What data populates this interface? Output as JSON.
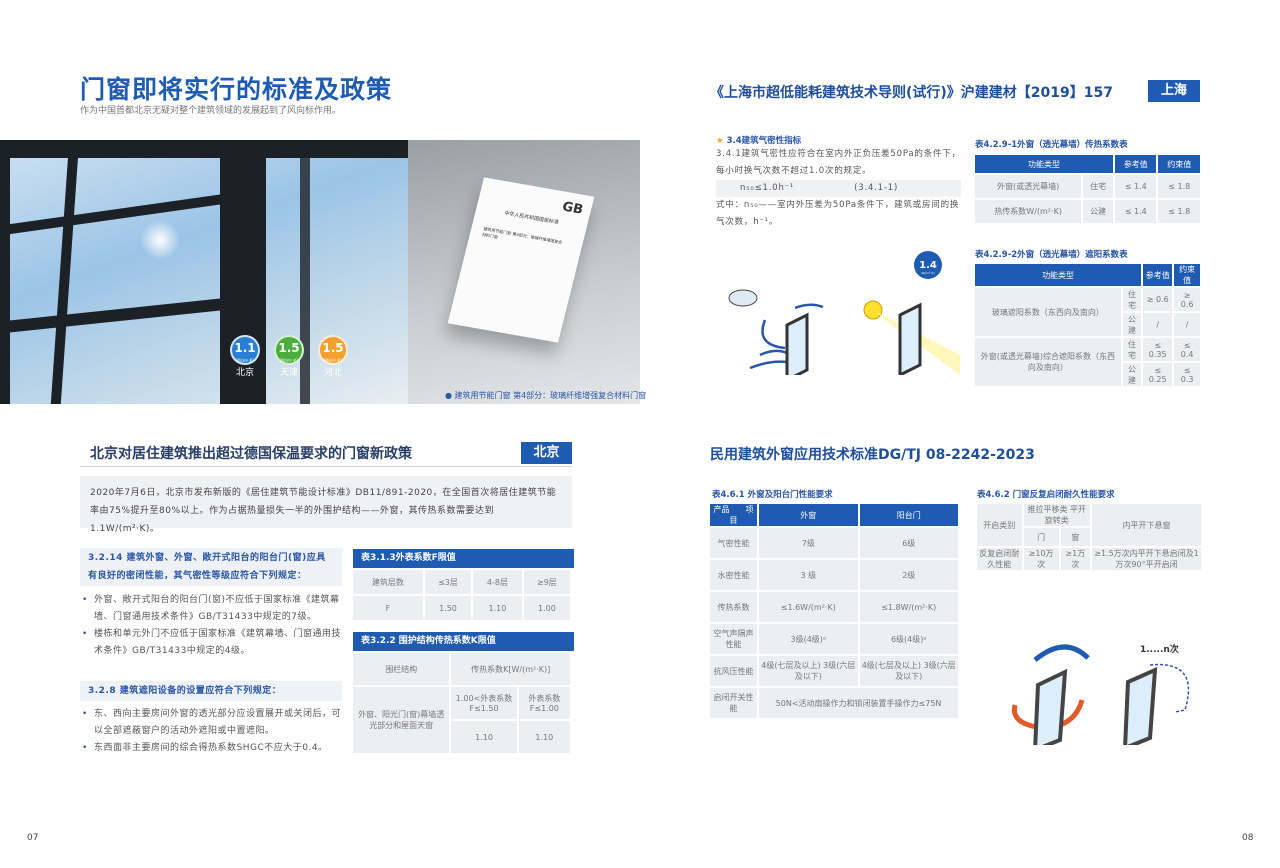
{
  "left_page": {
    "title": "门窗即将实行的标准及政策",
    "subtitle": "作为中国首都北京无疑对整个建筑领域的发展起到了风向标作用。",
    "photo_badges": [
      {
        "value": "1.1",
        "unit": "W/(m²·K)",
        "label": "北京",
        "color": "#2a7fd4"
      },
      {
        "value": "1.5",
        "unit": "W/(m²·K)",
        "label": "天津",
        "color": "#4aae3c"
      },
      {
        "value": "1.5",
        "unit": "W/(m²·K)",
        "label": "河北",
        "color": "#f2a030"
      }
    ],
    "doc_cover": {
      "logo": "GB",
      "org": "中华人民共和国国家标准",
      "doc_title": "建筑用节能门窗 第4部分：玻璃纤维增强复合材料门窗"
    },
    "photo_caption": "建筑用节能门窗 第4部分：玻璃纤维增强复合材料门窗",
    "section_title": "北京对居住建筑推出超过德国保温要求的门窗新政策",
    "section_badge": "北京",
    "intro": "2020年7月6日，北京市发布新版的《居住建筑节能设计标准》DB11/891-2020，在全国首次将居住建筑节能率由75%提升至80%以上。作为占据热量损失一半的外围护结构——外窗，其传热系数需要达到1.1W/(m²·K)。",
    "clause_3214": {
      "heading": "3.2.14 建筑外窗、外窗、敞开式阳台的阳台门(窗)应具有良好的密闭性能，其气密性等级应符合下列规定：",
      "bullets": [
        "外窗、敞开式阳台的阳台门(窗)不应低于国家标准《建筑幕墙、门窗通用技术条件》GB/T31433中规定的7级。",
        "楼栋和单元外门不应低于国家标准《建筑幕墙、门窗通用技术条件》GB/T31433中规定的4级。"
      ]
    },
    "clause_328": {
      "heading": "3.2.8 建筑遮阳设备的设置应符合下列规定：",
      "bullets": [
        "东、西向主要房间外窗的透光部分应设置展开或关闭后，可以全部遮蔽窗户的活动外遮阳或中置遮阳。",
        "东西面非主要房间的综合得热系数SHGC不应大于0.4。"
      ]
    },
    "table_313": {
      "caption": "表3.1.3外表系数F限值",
      "rows": [
        [
          {
            "t": "建筑层数"
          },
          {
            "t": "≤3层"
          },
          {
            "t": "4-8层"
          },
          {
            "t": "≥9层"
          }
        ],
        [
          {
            "t": "F"
          },
          {
            "t": "1.50"
          },
          {
            "t": "1.10"
          },
          {
            "t": "1.00"
          }
        ]
      ]
    },
    "table_322": {
      "caption": "表3.2.2 围护结构传热系数K限值",
      "rows": [
        [
          {
            "t": "围栏结构"
          },
          {
            "t": "传热系数K[W/(m²·K)]",
            "cs": 2
          }
        ],
        [
          {
            "t": "外窗、阳光门(窗)幕墙透光部分和屋面天窗",
            "rs": 2
          },
          {
            "t": "1.00<外表系数F≤1.50"
          },
          {
            "t": "外表系数F≤1.00"
          }
        ],
        [
          {
            "t": "1.10"
          },
          {
            "t": "1.10"
          }
        ]
      ]
    },
    "page_number": "07"
  },
  "right_page": {
    "title": "《上海市超低能耗建筑技术导则(试行)》沪建建材【2019】157",
    "badge": "上海",
    "airtight": {
      "heading": "3.4建筑气密性指标",
      "text": "3.4.1建筑气密性应符合在室内外正负压差50Pa的条件下，每小时换气次数不超过1.0次的规定。",
      "formula": "n₅₀≤1.0h⁻¹",
      "formula_no": "(3.4.1-1)",
      "note": "式中：n₅₀——室内外压差为50Pa条件下，建筑或房间的换气次数，h⁻¹。"
    },
    "illustration_badge": {
      "value": "1.4",
      "unit": "W/(m²·K)"
    },
    "table_4291": {
      "title": "表4.2.9-1外窗（透光幕墙）传热系数表",
      "rows": [
        [
          {
            "t": "功能类型",
            "cs": 2,
            "h": 1
          },
          {
            "t": "参考值",
            "h": 1
          },
          {
            "t": "约束值",
            "h": 1
          }
        ],
        [
          {
            "t": "外窗(或透光幕墙)"
          },
          {
            "t": "住宅"
          },
          {
            "t": "≤ 1.4"
          },
          {
            "t": "≤ 1.8"
          }
        ],
        [
          {
            "t": "热传系数W/(m²·K)"
          },
          {
            "t": "公建"
          },
          {
            "t": "≤ 1.4"
          },
          {
            "t": "≤ 1.8"
          }
        ]
      ]
    },
    "table_4292": {
      "title": "表4.2.9-2外窗（透光幕墙）遮阳系数表",
      "rows": [
        [
          {
            "t": "功能类型",
            "cs": 2,
            "h": 1
          },
          {
            "t": "参考值",
            "h": 1
          },
          {
            "t": "约束值",
            "h": 1
          }
        ],
        [
          {
            "t": "玻璃遮阳系数（东西向及南向）",
            "rs": 2
          },
          {
            "t": "住宅"
          },
          {
            "t": "≥ 0.6"
          },
          {
            "t": "≥ 0.6"
          }
        ],
        [
          {
            "t": "公建"
          },
          {
            "t": "/"
          },
          {
            "t": "/"
          }
        ],
        [
          {
            "t": "外窗(或透光幕墙)综合遮阳系数（东西向及南向）",
            "rs": 2
          },
          {
            "t": "住宅"
          },
          {
            "t": "≤ 0.35"
          },
          {
            "t": "≤ 0.4"
          }
        ],
        [
          {
            "t": "公建"
          },
          {
            "t": "≤ 0.25"
          },
          {
            "t": "≤ 0.3"
          }
        ]
      ]
    },
    "section2_title": "民用建筑外窗应用技术标准DG/TJ 08-2242-2023",
    "table_461": {
      "title": "表4.6.1 外窗及阳台门性能要求",
      "rows": [
        [
          {
            "t": "产品　　项目",
            "h": 1
          },
          {
            "t": "外窗",
            "h": 1
          },
          {
            "t": "阳台门",
            "h": 1
          }
        ],
        [
          {
            "t": "气密性能"
          },
          {
            "t": "7级"
          },
          {
            "t": "6级"
          }
        ],
        [
          {
            "t": "水密性能"
          },
          {
            "t": "3 级"
          },
          {
            "t": "2级"
          }
        ],
        [
          {
            "t": "传热系数"
          },
          {
            "t": "≤1.6W/(m²·K)"
          },
          {
            "t": "≤1.8W/(m²·K)"
          }
        ],
        [
          {
            "t": "空气声隔声性能"
          },
          {
            "t": "3级(4级)ᵃ"
          },
          {
            "t": "6级(4级)ᵃ"
          }
        ],
        [
          {
            "t": "抗风压性能"
          },
          {
            "t": "4级(七层及以上) 3级(六层及以下)"
          },
          {
            "t": "4级(七层及以上) 3级(六层及以下)"
          }
        ],
        [
          {
            "t": "启闭开关性能"
          },
          {
            "t": "50N<活动扇操作力和锁闭装置手操作力≤75N",
            "cs": 2
          }
        ]
      ]
    },
    "table_462": {
      "title": "表4.6.2 门窗反复启闭耐久性能要求",
      "rows": [
        [
          {
            "t": "开启类别",
            "rs": 2
          },
          {
            "t": "推拉平移类 平开旋转类",
            "cs": 2
          },
          {
            "t": "内平开下悬窗",
            "rs": 2
          }
        ],
        [
          {
            "t": "门"
          },
          {
            "t": "窗"
          }
        ],
        [
          {
            "t": "反复启闭耐久性能"
          },
          {
            "t": "≥10万次"
          },
          {
            "t": "≥1万次"
          },
          {
            "t": "≥1.5万次内平开下悬启闭及1万次90°平开启闭"
          }
        ]
      ]
    },
    "cycle_label": "1.....n次",
    "page_number": "08"
  }
}
